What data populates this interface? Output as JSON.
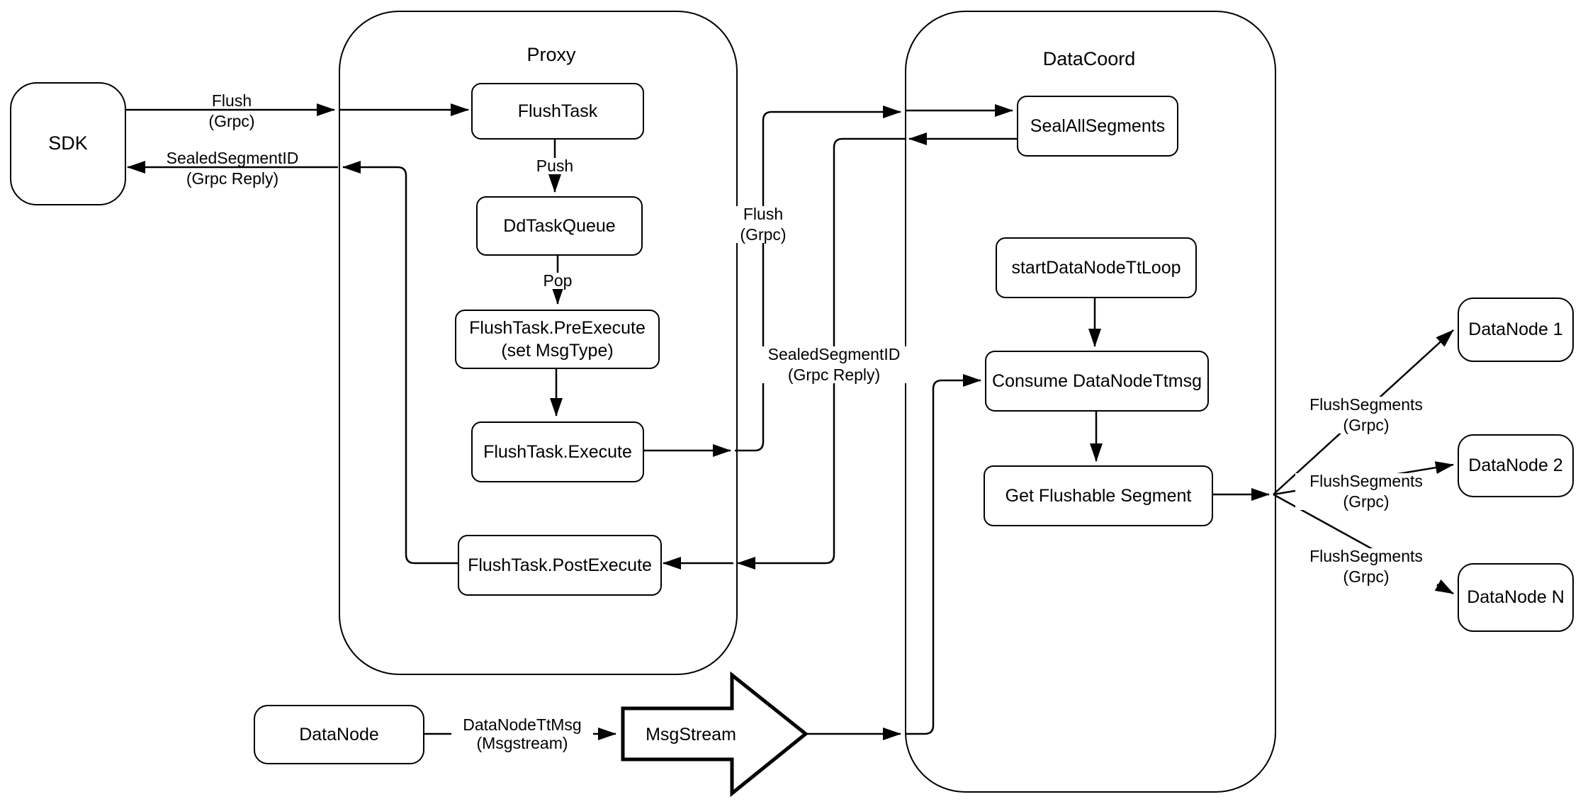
{
  "diagram": {
    "background_color": "#ffffff",
    "stroke_color": "#000000",
    "containers": {
      "proxy": {
        "title": "Proxy"
      },
      "datacoord": {
        "title": "DataCoord"
      }
    },
    "nodes": {
      "sdk": "SDK",
      "flush_task": "FlushTask",
      "dd_task_queue": "DdTaskQueue",
      "pre_execute_line1": "FlushTask.PreExecute",
      "pre_execute_line2": "(set MsgType)",
      "execute": "FlushTask.Execute",
      "post_execute": "FlushTask.PostExecute",
      "seal_all_segments": "SealAllSegments",
      "start_data_node_tt_loop": "startDataNodeTtLoop",
      "consume_data_node_ttmsg": "Consume DataNodeTtmsg",
      "get_flushable_segment": "Get Flushable Segment",
      "data_node_1": "DataNode 1",
      "data_node_2": "DataNode 2",
      "data_node_n": "DataNode N",
      "data_node": "DataNode",
      "msg_stream": "MsgStream"
    },
    "edge_labels": {
      "flush_grpc_sdk": {
        "l1": "Flush",
        "l2": "(Grpc)"
      },
      "sealed_segment_id_sdk": {
        "l1": "SealedSegmentID",
        "l2": "(Grpc Reply)"
      },
      "push": "Push",
      "pop": "Pop",
      "flush_grpc_mid": {
        "l1": "Flush",
        "l2": "(Grpc)"
      },
      "sealed_segment_id_mid": {
        "l1": "SealedSegmentID",
        "l2": "(Grpc Reply)"
      },
      "flush_segments_1": {
        "l1": "FlushSegments",
        "l2": "(Grpc)"
      },
      "flush_segments_2": {
        "l1": "FlushSegments",
        "l2": "(Grpc)"
      },
      "flush_segments_3": {
        "l1": "FlushSegments",
        "l2": "(Grpc)"
      },
      "data_node_tt_msg": {
        "l1": "DataNodeTtMsg",
        "l2": "(Msgstream)"
      }
    }
  }
}
